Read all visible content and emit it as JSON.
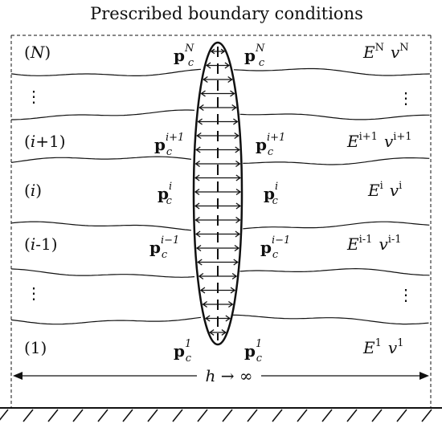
{
  "title": "Prescribed boundary conditions",
  "layers": [
    {
      "index_label": "(",
      "index_italic": "N",
      "index_tail": ")",
      "pressure_sup": "N",
      "E_sup": "N",
      "v_sup": "N"
    },
    {
      "ellipsis": true
    },
    {
      "index_label": "(",
      "index_italic": "i",
      "index_tail": "+1)",
      "pressure_sup": "i+1",
      "E_sup": "i+1",
      "v_sup": "i+1"
    },
    {
      "index_label": "(",
      "index_italic": "i",
      "index_tail": ")",
      "pressure_sup": "i",
      "E_sup": "i",
      "v_sup": "i"
    },
    {
      "index_label": "(",
      "index_italic": "i",
      "index_tail": "-1)",
      "pressure_sup": "i−1",
      "E_sup": "i-1",
      "v_sup": "i-1"
    },
    {
      "ellipsis": true
    },
    {
      "index_label": "(1)",
      "index_italic": "",
      "index_tail": "",
      "pressure_sup": "1",
      "E_sup": "1",
      "v_sup": "1"
    }
  ],
  "symbols": {
    "pressure": "p",
    "pressure_sub": "c",
    "modulus": "E",
    "poisson": "v",
    "ellipsis": "⋮"
  },
  "width_label": {
    "h": "h",
    "arrow": "→",
    "infinity": "∞"
  }
}
